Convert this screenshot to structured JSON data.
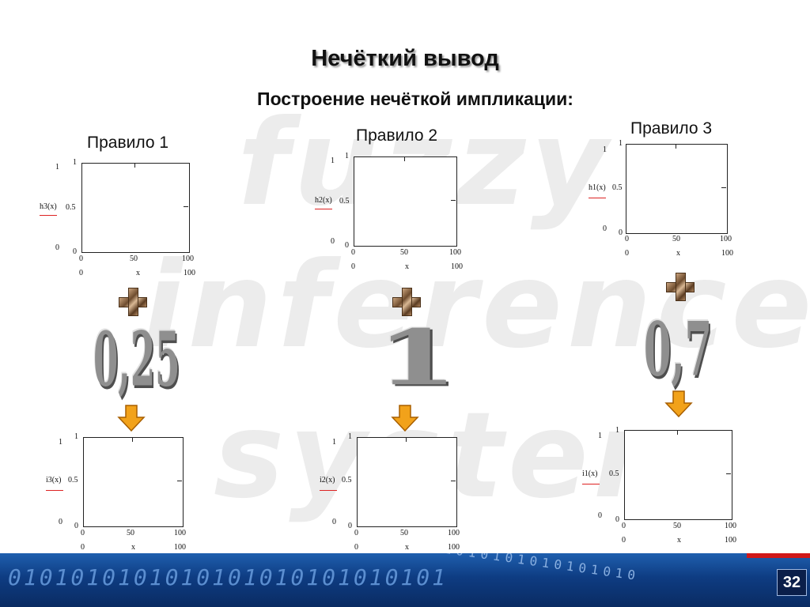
{
  "title": "Нечёткий вывод",
  "subtitle": "Построение нечёткой импликации:",
  "watermark": [
    "fuzzy",
    "inference",
    "system"
  ],
  "rules": [
    {
      "label": "Правило 1",
      "weight": "0,25"
    },
    {
      "label": "Правило 2",
      "weight": "1"
    },
    {
      "label": "Правило 3",
      "weight": "0,7"
    }
  ],
  "plots": {
    "h3": {
      "ylabel": "h3(x)",
      "top_left": "1",
      "bottom_left": "0",
      "y1": "1",
      "ymid": "0.5",
      "y0": "0",
      "x0": "0",
      "x50": "50",
      "x100": "100",
      "xmin": "0",
      "xlabel": "x",
      "xmax": "100"
    },
    "h2": {
      "ylabel": "h2(x)",
      "top_left": "1",
      "bottom_left": "0",
      "y1": "1",
      "ymid": "0.5",
      "y0": "0",
      "x0": "0",
      "x50": "50",
      "x100": "100",
      "xmin": "0",
      "xlabel": "x",
      "xmax": "100"
    },
    "h1": {
      "ylabel": "h1(x)",
      "top_left": "1",
      "bottom_left": "0",
      "y1": "1",
      "ymid": "0.5",
      "y0": "0",
      "x0": "0",
      "x50": "50",
      "x100": "100",
      "xmin": "0",
      "xlabel": "x",
      "xmax": "100"
    },
    "i3": {
      "ylabel": "i3(x)",
      "top_left": "1",
      "bottom_left": "0",
      "y1": "1",
      "ymid": "0.5",
      "y0": "0",
      "x0": "0",
      "x50": "50",
      "x100": "100",
      "xmin": "0",
      "xlabel": "x",
      "xmax": "100"
    },
    "i2": {
      "ylabel": "i2(x)",
      "top_left": "1",
      "bottom_left": "0",
      "y1": "1",
      "ymid": "0.5",
      "y0": "0",
      "x0": "0",
      "x50": "50",
      "x100": "100",
      "xmin": "0",
      "xlabel": "x",
      "xmax": "100"
    },
    "i1": {
      "ylabel": "i1(x)",
      "top_left": "1",
      "bottom_left": "0",
      "y1": "1",
      "ymid": "0.5",
      "y0": "0",
      "x0": "0",
      "x50": "50",
      "x100": "100",
      "xmin": "0",
      "xlabel": "x",
      "xmax": "100"
    }
  },
  "footer": {
    "binary": "0101010101010101010101010101",
    "binary2": "1010101010101010"
  },
  "page_number": "32",
  "colors": {
    "arrow": "#f2a21a",
    "footer_blue": "#0e3c82",
    "footer_red": "#d01818"
  }
}
